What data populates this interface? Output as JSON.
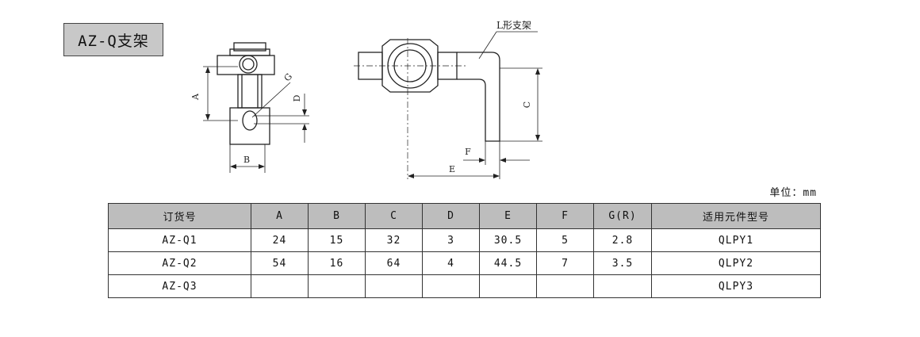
{
  "title": "AZ-Q支架",
  "drawing": {
    "callout": "L形支架",
    "dims": {
      "A": "A",
      "B": "B",
      "C": "C",
      "D": "D",
      "E": "E",
      "F": "F",
      "G": "G"
    }
  },
  "unit_label": "单位：mm",
  "table": {
    "headers": [
      "订货号",
      "A",
      "B",
      "C",
      "D",
      "E",
      "F",
      "G(R)",
      "适用元件型号"
    ],
    "rows": [
      [
        "AZ-Q1",
        "24",
        "15",
        "32",
        "3",
        "30.5",
        "5",
        "2.8",
        "QLPY1"
      ],
      [
        "AZ-Q2",
        "54",
        "16",
        "64",
        "4",
        "44.5",
        "7",
        "3.5",
        "QLPY2"
      ],
      [
        "AZ-Q3",
        "",
        "",
        "",
        "",
        "",
        "",
        "",
        "QLPY3"
      ]
    ]
  }
}
